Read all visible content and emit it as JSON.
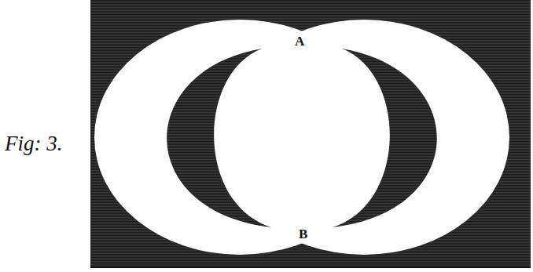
{
  "diagram": {
    "labels": [
      "Fig: 3.",
      "A",
      "B"
    ]
  }
}
